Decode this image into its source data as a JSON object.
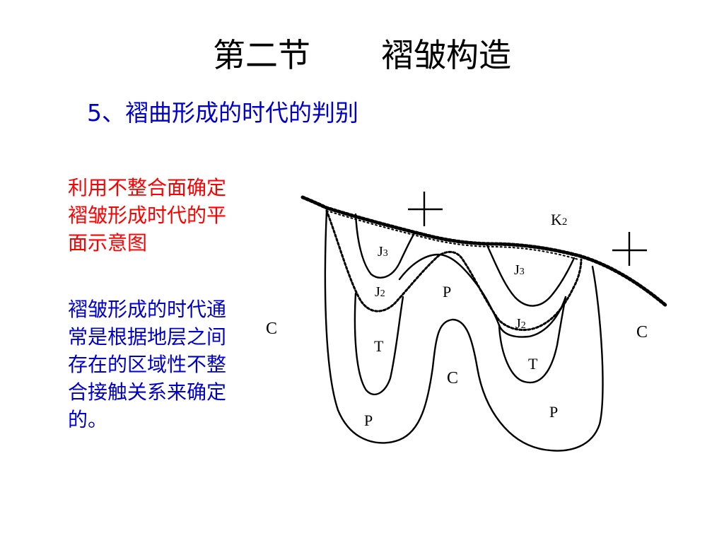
{
  "title": {
    "section": "第二节",
    "topic": "褶皱构造"
  },
  "subtitle": "5、褶曲形成的时代的判别",
  "caption": "利用不整合面确定褶皱形成时代的平面示意图",
  "note": "褶皱形成的时代通常是根据地层之间存在的区域性不整合接触关系来确定的。",
  "diagram": {
    "unit_labels": {
      "k2": "K",
      "k2_sub": "2",
      "j3_left": "J",
      "j3_left_sub": "3",
      "j3_right": "J",
      "j3_right_sub": "3",
      "j2_left": "J",
      "j2_left_sub": "2",
      "j2_right": "J",
      "j2_right_sub": "2",
      "p_center": "P",
      "p_left": "P",
      "p_right": "P",
      "t_left": "T",
      "t_right": "T",
      "c_left": "C",
      "c_center": "C",
      "c_right": "C"
    },
    "colors": {
      "line": "#000000",
      "title": "#000000",
      "subtitle": "#0000CC",
      "caption": "#FF0000",
      "note": "#0000CC"
    }
  }
}
